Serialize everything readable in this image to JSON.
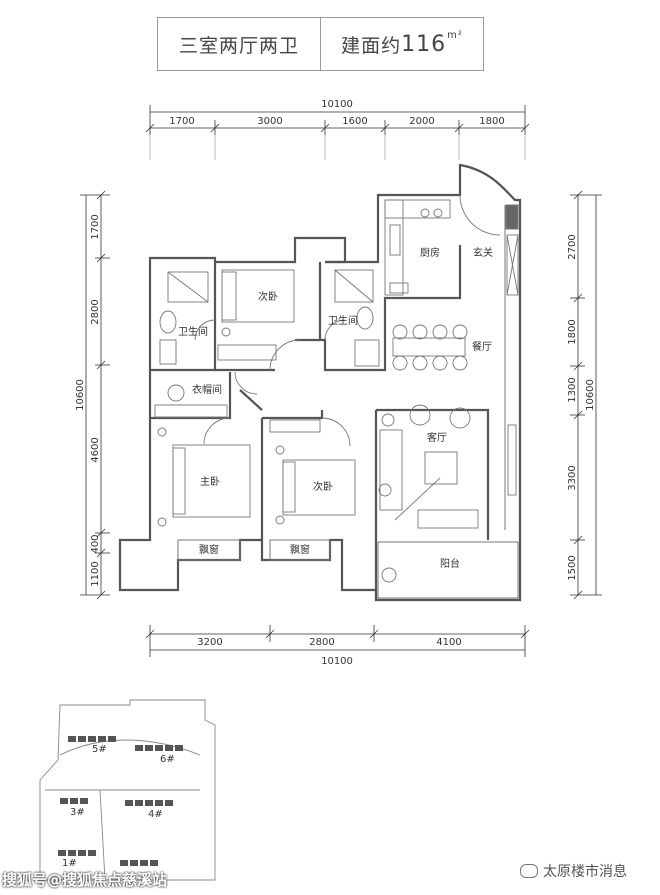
{
  "header": {
    "layout": "三室两厅两卫",
    "area_prefix": "建面约",
    "area_value": "116",
    "area_unit": "m²"
  },
  "dimensions": {
    "top_total": "10100",
    "top_segments": [
      "1700",
      "3000",
      "1600",
      "2000",
      "1800"
    ],
    "bottom_total": "10100",
    "bottom_segments": [
      "3200",
      "2800",
      "4100"
    ],
    "left_total": "10600",
    "left_segments": [
      "1700",
      "2800",
      "4600",
      "400",
      "1100"
    ],
    "right_total": "10600",
    "right_segments": [
      "2700",
      "1800",
      "1300",
      "3300",
      "1500"
    ]
  },
  "rooms": {
    "kitchen": "厨房",
    "entrance": "玄关",
    "second_bedroom_top": "次卧",
    "bathroom_left": "卫生间",
    "bathroom_mid": "卫生间",
    "dining": "餐厅",
    "cloakroom": "衣帽间",
    "living": "客厅",
    "master_bedroom": "主卧",
    "second_bedroom_bottom": "次卧",
    "bay_window_left": "飘窗",
    "bay_window_right": "飘窗",
    "balcony": "阳台"
  },
  "site_plan": {
    "labels": [
      "5#",
      "6#",
      "3#",
      "4#",
      "1#"
    ]
  },
  "watermark": "搜狐号@搜狐焦点慈溪站",
  "source_logo": "太原楼市消息"
}
